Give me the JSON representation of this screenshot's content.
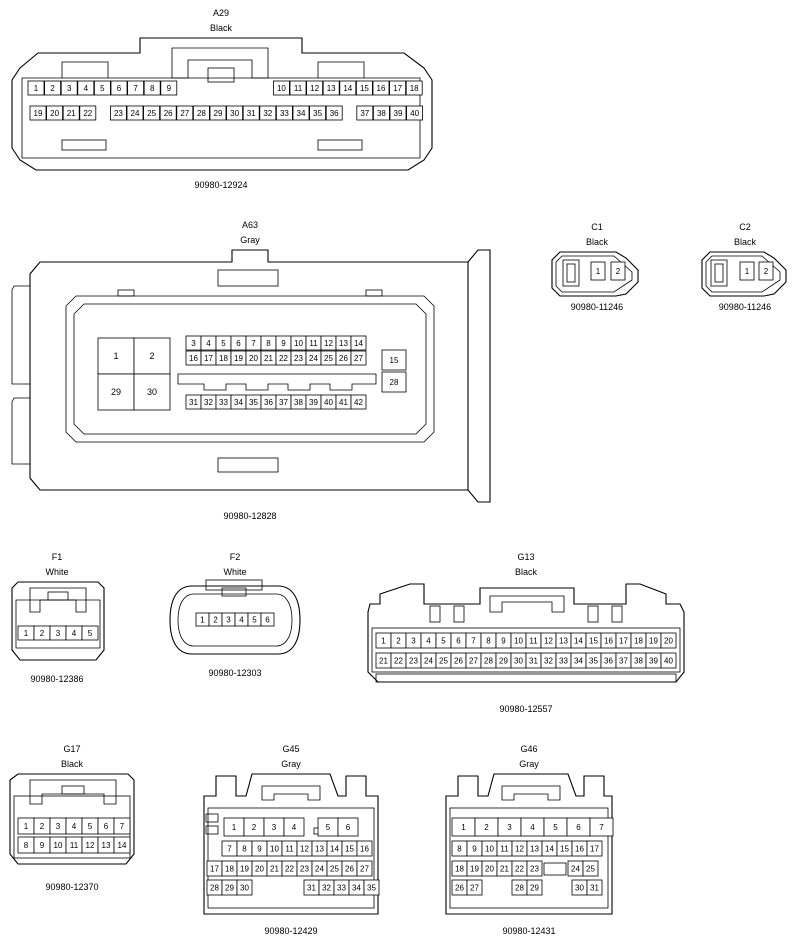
{
  "connectors": [
    {
      "id": "A29",
      "color": "Black",
      "part": "90980-12924",
      "rows": [
        [
          "1",
          "2",
          "3",
          "4",
          "5",
          "6",
          "7",
          "8",
          "9",
          "",
          "10",
          "11",
          "12",
          "13",
          "14",
          "15",
          "16",
          "17",
          "18"
        ],
        [
          "19",
          "20",
          "21",
          "22",
          "23",
          "24",
          "25",
          "26",
          "27",
          "28",
          "29",
          "30",
          "31",
          "32",
          "33",
          "34",
          "35",
          "36",
          "37",
          "38",
          "39",
          "40"
        ]
      ]
    },
    {
      "id": "A63",
      "color": "Gray",
      "part": "90980-12828",
      "big_pins": [
        "1",
        "2",
        "29",
        "30"
      ],
      "rows": [
        [
          "3",
          "4",
          "5",
          "6",
          "7",
          "8",
          "9",
          "10",
          "11",
          "12",
          "13",
          "14"
        ],
        [
          "16",
          "17",
          "18",
          "19",
          "20",
          "21",
          "22",
          "23",
          "24",
          "25",
          "26",
          "27"
        ],
        [
          "31",
          "32",
          "33",
          "34",
          "35",
          "36",
          "37",
          "38",
          "39",
          "40",
          "41",
          "42"
        ]
      ],
      "side_pins": [
        "15",
        "28"
      ]
    },
    {
      "id": "C1",
      "color": "Black",
      "part": "90980-11246",
      "pins": [
        "1",
        "2"
      ]
    },
    {
      "id": "C2",
      "color": "Black",
      "part": "90980-11246",
      "pins": [
        "1",
        "2"
      ]
    },
    {
      "id": "F1",
      "color": "White",
      "part": "90980-12386",
      "pins": [
        "1",
        "2",
        "3",
        "4",
        "5"
      ]
    },
    {
      "id": "F2",
      "color": "White",
      "part": "90980-12303",
      "pins": [
        "1",
        "2",
        "3",
        "4",
        "5",
        "6"
      ]
    },
    {
      "id": "G13",
      "color": "Black",
      "part": "90980-12557",
      "rows": [
        [
          "1",
          "2",
          "3",
          "4",
          "5",
          "6",
          "7",
          "8",
          "9",
          "10",
          "11",
          "12",
          "13",
          "14",
          "15",
          "16",
          "17",
          "18",
          "19",
          "20"
        ],
        [
          "21",
          "22",
          "23",
          "24",
          "25",
          "26",
          "27",
          "28",
          "29",
          "30",
          "31",
          "32",
          "33",
          "34",
          "35",
          "36",
          "37",
          "38",
          "39",
          "40"
        ]
      ]
    },
    {
      "id": "G17",
      "color": "Black",
      "part": "90980-12370",
      "rows": [
        [
          "1",
          "2",
          "3",
          "4",
          "5",
          "6",
          "7"
        ],
        [
          "8",
          "9",
          "10",
          "11",
          "12",
          "13",
          "14"
        ]
      ]
    },
    {
      "id": "G45",
      "color": "Gray",
      "part": "90980-12429",
      "rows": [
        [
          "1",
          "2",
          "3",
          "4",
          "",
          "5",
          "6"
        ],
        [
          "7",
          "8",
          "9",
          "10",
          "11",
          "12",
          "13",
          "14",
          "15",
          "16"
        ],
        [
          "17",
          "18",
          "19",
          "20",
          "21",
          "22",
          "23",
          "24",
          "25",
          "26",
          "27"
        ],
        [
          "28",
          "29",
          "30",
          "",
          "31",
          "32",
          "33",
          "34",
          "35"
        ]
      ]
    },
    {
      "id": "G46",
      "color": "Gray",
      "part": "90980-12431",
      "rows": [
        [
          "1",
          "2",
          "3",
          "4",
          "5",
          "6",
          "7"
        ],
        [
          "8",
          "9",
          "10",
          "11",
          "12",
          "13",
          "14",
          "15",
          "16",
          "17"
        ],
        [
          "18",
          "19",
          "20",
          "21",
          "22",
          "23",
          "",
          "24",
          "25"
        ],
        [
          "26",
          "27",
          "",
          "28",
          "29",
          "",
          "30",
          "31"
        ]
      ]
    }
  ]
}
